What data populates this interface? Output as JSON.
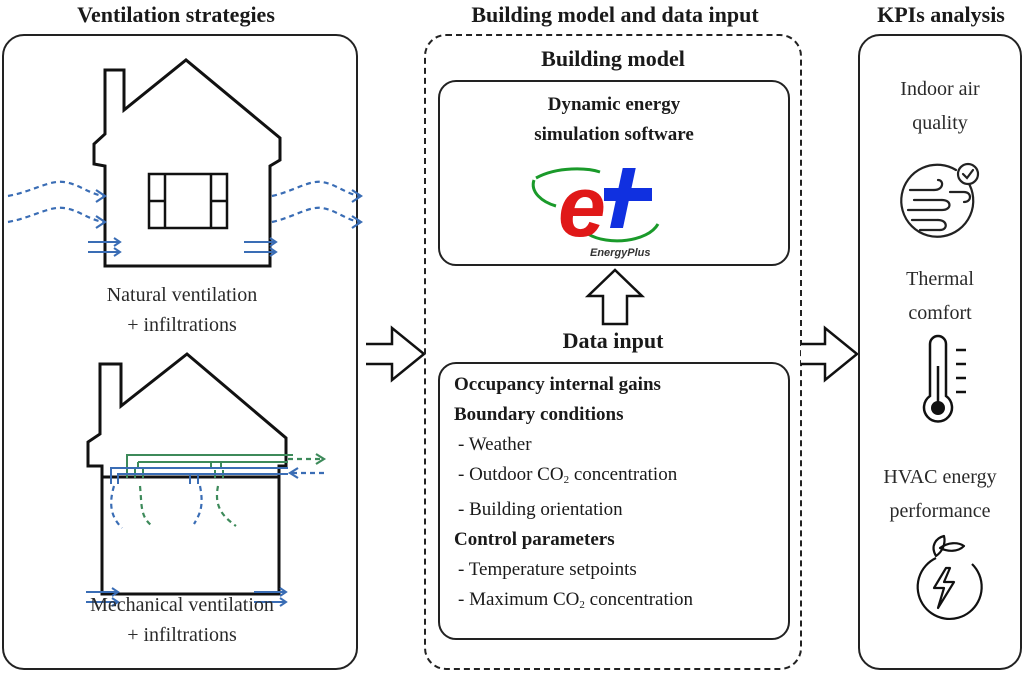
{
  "sections": {
    "ventilation": {
      "heading": "Ventilation strategies",
      "natural": {
        "line1": "Natural ventilation",
        "line2": "+ infiltrations"
      },
      "mechanical": {
        "line1": "Mechanical ventilation",
        "line2": "+ infiltrations"
      }
    },
    "model": {
      "heading": "Building model and data input",
      "building_model": {
        "title": "Building model",
        "software_line1": "Dynamic energy",
        "software_line2": "simulation software",
        "logo_text": "EnergyPlus"
      },
      "data_input": {
        "title": "Data input",
        "groups": [
          {
            "label": "Occupancy internal gains",
            "items": []
          },
          {
            "label": "Boundary conditions",
            "items": [
              "- Weather",
              "- Outdoor CO",
              "- Building orientation"
            ]
          },
          {
            "label": "Control parameters",
            "items": [
              "- Temperature setpoints",
              "- Maximum CO"
            ]
          }
        ],
        "co2_suffix": "concentration",
        "subscript": "2"
      }
    },
    "kpis": {
      "heading": "KPIs analysis",
      "items": [
        {
          "line1": "Indoor air",
          "line2": "quality",
          "icon": "air-quality-icon"
        },
        {
          "line1": "Thermal",
          "line2": "comfort",
          "icon": "thermometer-icon"
        },
        {
          "line1": "HVAC energy",
          "line2": "performance",
          "icon": "energy-icon"
        }
      ]
    }
  },
  "colors": {
    "airflow_blue": "#3a6db5",
    "exhaust_green": "#3d8a5a",
    "logo_red": "#e01818",
    "logo_blue": "#1030e0",
    "logo_green": "#1a9a2a"
  }
}
